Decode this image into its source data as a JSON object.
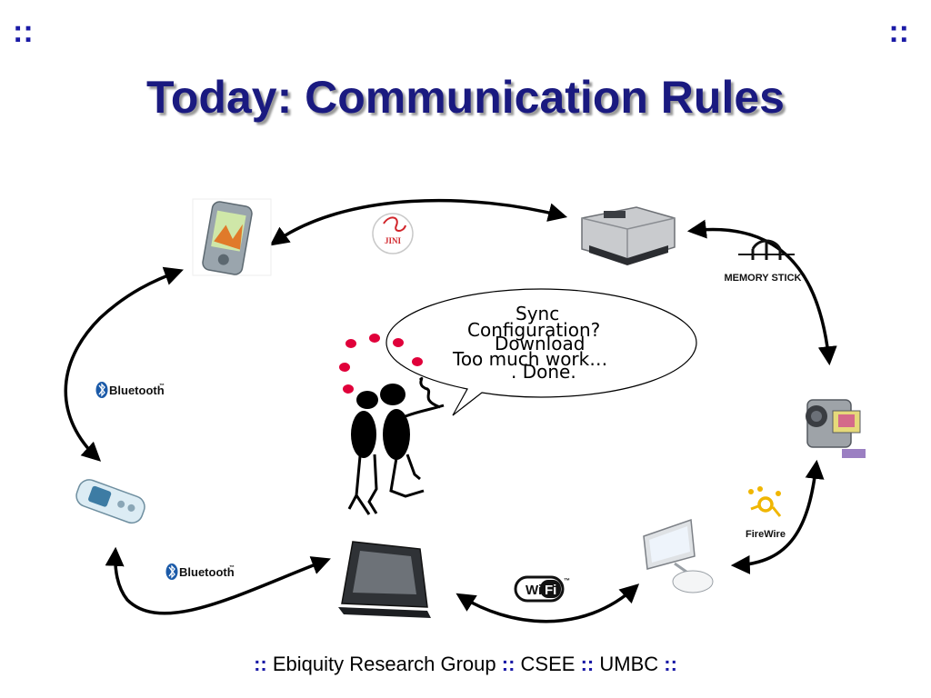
{
  "slide": {
    "corner_mark": "::",
    "title": "Today: Communication Rules"
  },
  "speech_bubble": {
    "lines": [
      "Sync",
      "Configuration?",
      "Download",
      "Too much work…",
      ". Done."
    ]
  },
  "connectors": [
    {
      "from": "pda",
      "to": "printer",
      "technology": "Jini"
    },
    {
      "from": "printer",
      "to": "camcorder",
      "technology": "Memory Stick"
    },
    {
      "from": "camcorder",
      "to": "imac",
      "technology": "FireWire"
    },
    {
      "from": "imac",
      "to": "tablet",
      "technology": "Wi-Fi"
    },
    {
      "from": "tablet",
      "to": "phone",
      "technology": "Bluetooth"
    },
    {
      "from": "phone",
      "to": "pda",
      "technology": "Bluetooth"
    }
  ],
  "logos": {
    "jini": "JINI",
    "memory_stick": "MEMORY STICK",
    "firewire": "FireWire",
    "wifi_left": "Wi",
    "wifi_right": "Fi",
    "bluetooth_left": "Bluetooth",
    "bluetooth_bottom": "Bluetooth",
    "trademark": "™"
  },
  "devices": [
    "pda",
    "printer",
    "camcorder",
    "imac",
    "tablet",
    "phone"
  ],
  "colors": {
    "title": "#1a1a80",
    "footer_separator": "#1a1aa6",
    "thought_dots": "#e0003a"
  },
  "footer": {
    "separator": "::",
    "group": "Ebiquity Research Group",
    "dept": "CSEE",
    "univ": "UMBC"
  }
}
